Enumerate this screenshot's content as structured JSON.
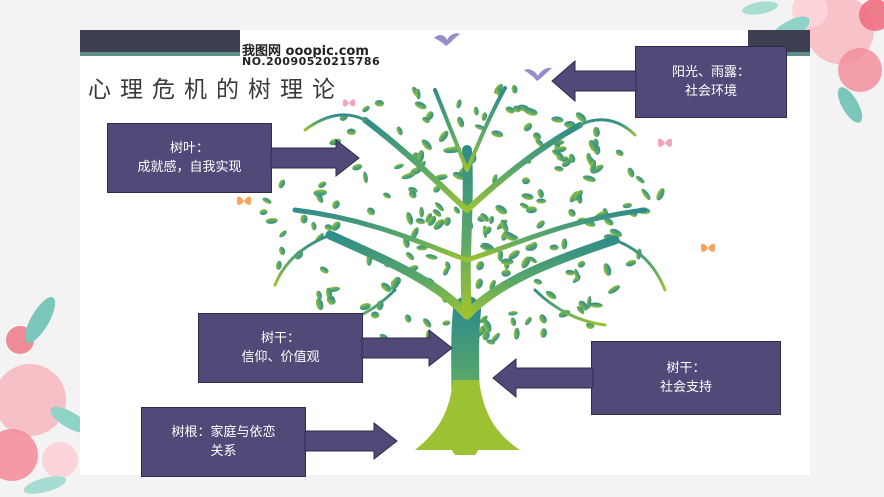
{
  "slide": {
    "title": "心理危机的树理论",
    "watermark_line1": "我图网 ooopic.com",
    "watermark_line2": "NO.20090520215786"
  },
  "labels": {
    "sunshine": "阳光、雨露：\n社会环境",
    "leaves": "树叶：\n成就感，自我实现",
    "trunk_belief": "树干：\n信仰、价值观",
    "trunk_support": "树干：\n社会支持",
    "roots": "树根：家庭与依恋\n关系"
  },
  "colors": {
    "box_fill": "#514a78",
    "header_bar": "#3e3f52",
    "accent_teal": "#5f8d89",
    "tree_top": "#2f8c8a",
    "tree_bottom": "#9cc233"
  },
  "icons": [
    "bird-icon",
    "butterfly-icon",
    "arrow-right-icon",
    "arrow-left-icon",
    "tree-illustration",
    "floral-decoration"
  ]
}
